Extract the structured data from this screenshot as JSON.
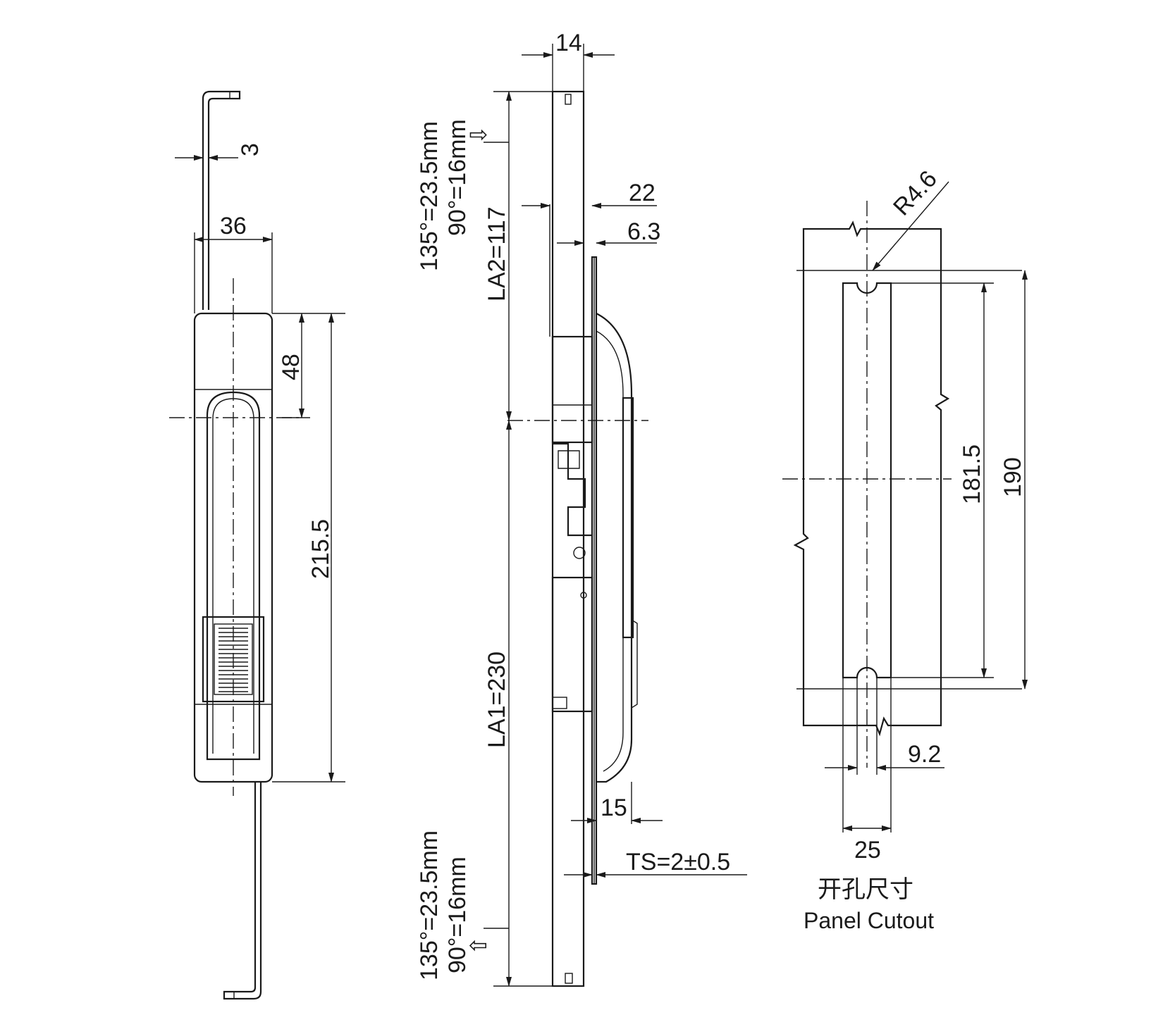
{
  "left_view": {
    "dim_thickness": "3",
    "dim_width": "36",
    "dim_top_to_center": "48",
    "dim_total_height": "215.5"
  },
  "side_view": {
    "dim_top_width": "14",
    "dim_22": "22",
    "dim_6_3": "6.3",
    "dim_15": "15",
    "ts": "TS=2±0.5",
    "la2": "LA2=117",
    "la1": "LA1=230",
    "rod_top_line1": "135°=23.5mm",
    "rod_top_line2": "90°=16mm",
    "rod_bottom_line1": "135°=23.5mm",
    "rod_bottom_line2": "90°=16mm",
    "arrow_down": "⇩",
    "arrow_up": "⇧"
  },
  "cutout": {
    "radius": "R4.6",
    "dim_181_5": "181.5",
    "dim_190": "190",
    "dim_9_2": "9.2",
    "dim_25": "25",
    "title_cn": "开孔尺寸",
    "title_en": "Panel Cutout"
  }
}
